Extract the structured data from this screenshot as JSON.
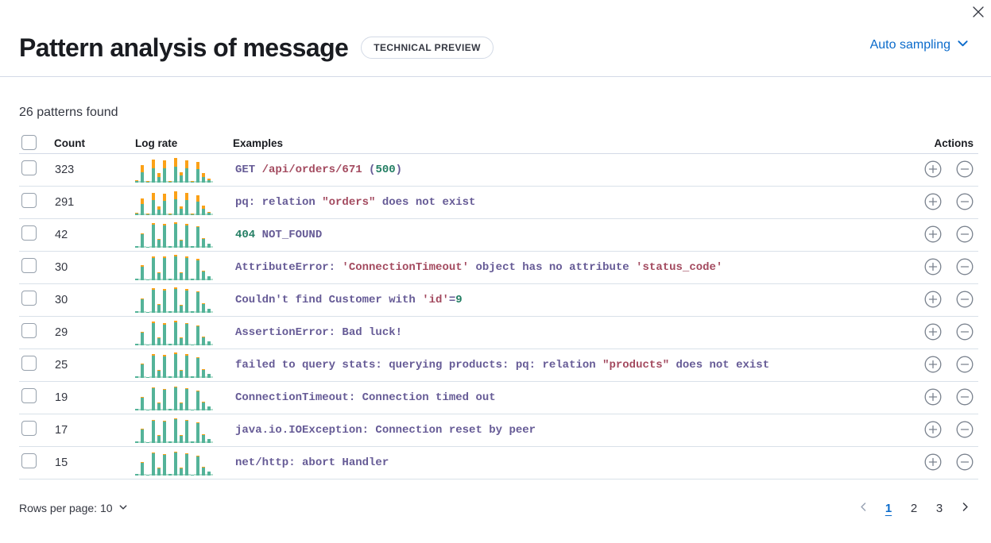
{
  "header": {
    "title": "Pattern analysis of message",
    "badge": "TECHNICAL PREVIEW",
    "sampling_label": "Auto sampling"
  },
  "summary": "26 patterns found",
  "table": {
    "headers": {
      "count": "Count",
      "log_rate": "Log rate",
      "examples": "Examples",
      "actions": "Actions"
    },
    "rows": [
      {
        "count": "323",
        "example_segments": [
          {
            "t": "GET ",
            "c": "p"
          },
          {
            "t": "/api/orders/671",
            "c": "r"
          },
          {
            "t": " (",
            "c": "p"
          },
          {
            "t": "500",
            "c": "g"
          },
          {
            "t": ")",
            "c": "p"
          }
        ],
        "spark": {
          "green": [
            5,
            40,
            3,
            56,
            20,
            54,
            4,
            60,
            26,
            56,
            3,
            50,
            22,
            10
          ],
          "orange": [
            4,
            26,
            2,
            34,
            16,
            30,
            3,
            34,
            12,
            30,
            2,
            28,
            14,
            5
          ]
        }
      },
      {
        "count": "291",
        "example_segments": [
          {
            "t": "pq: relation ",
            "c": "p"
          },
          {
            "t": "\"orders\"",
            "c": "r"
          },
          {
            "t": " does not exist",
            "c": "p"
          }
        ],
        "spark": {
          "green": [
            5,
            42,
            3,
            58,
            22,
            56,
            4,
            62,
            24,
            58,
            3,
            52,
            23,
            10
          ],
          "orange": [
            3,
            22,
            2,
            28,
            12,
            26,
            2,
            30,
            10,
            26,
            2,
            24,
            12,
            4
          ]
        }
      },
      {
        "count": "42",
        "example_segments": [
          {
            "t": "404",
            "c": "g"
          },
          {
            "t": " NOT_FOUND",
            "c": "p"
          }
        ],
        "spark": {
          "green": [
            6,
            52,
            4,
            88,
            30,
            84,
            6,
            92,
            28,
            86,
            5,
            78,
            33,
            16
          ],
          "orange": [
            1,
            4,
            1,
            5,
            2,
            5,
            1,
            5,
            2,
            5,
            1,
            4,
            2,
            1
          ]
        }
      },
      {
        "count": "30",
        "example_segments": [
          {
            "t": "AttributeError: ",
            "c": "p"
          },
          {
            "t": "'ConnectionTimeout'",
            "c": "r"
          },
          {
            "t": " object has no attribute ",
            "c": "p"
          },
          {
            "t": "'status_code'",
            "c": "r"
          }
        ],
        "spark": {
          "green": [
            6,
            50,
            4,
            86,
            28,
            84,
            6,
            90,
            28,
            84,
            5,
            76,
            32,
            15
          ],
          "orange": [
            1,
            5,
            1,
            6,
            3,
            5,
            1,
            6,
            2,
            5,
            1,
            5,
            2,
            1
          ]
        }
      },
      {
        "count": "30",
        "example_segments": [
          {
            "t": "Couldn't find Customer with ",
            "c": "p"
          },
          {
            "t": "'id'",
            "c": "r"
          },
          {
            "t": "=",
            "c": "p"
          },
          {
            "t": "9",
            "c": "g"
          }
        ],
        "spark": {
          "green": [
            6,
            52,
            4,
            88,
            30,
            84,
            6,
            92,
            28,
            86,
            5,
            78,
            33,
            16
          ],
          "orange": [
            1,
            4,
            1,
            5,
            2,
            5,
            1,
            5,
            2,
            5,
            1,
            4,
            2,
            1
          ]
        }
      },
      {
        "count": "29",
        "example_segments": [
          {
            "t": "AssertionError: Bad luck!",
            "c": "p"
          }
        ],
        "spark": {
          "green": [
            5,
            48,
            4,
            84,
            26,
            80,
            5,
            88,
            26,
            82,
            4,
            74,
            30,
            14
          ],
          "orange": [
            1,
            4,
            1,
            5,
            2,
            5,
            1,
            5,
            2,
            4,
            1,
            4,
            2,
            1
          ]
        }
      },
      {
        "count": "25",
        "example_segments": [
          {
            "t": "failed to query stats: querying products: pq: relation ",
            "c": "p"
          },
          {
            "t": "\"products\"",
            "c": "r"
          },
          {
            "t": " does not exist",
            "c": "p"
          }
        ],
        "spark": {
          "green": [
            6,
            50,
            4,
            86,
            28,
            82,
            5,
            90,
            27,
            84,
            5,
            76,
            31,
            15
          ],
          "orange": [
            1,
            4,
            1,
            5,
            2,
            5,
            1,
            5,
            2,
            5,
            1,
            4,
            2,
            1
          ]
        }
      },
      {
        "count": "19",
        "example_segments": [
          {
            "t": "ConnectionTimeout: Connection timed out",
            "c": "p"
          }
        ],
        "spark": {
          "green": [
            5,
            48,
            4,
            84,
            26,
            80,
            5,
            88,
            26,
            82,
            4,
            74,
            30,
            14
          ],
          "orange": [
            1,
            3,
            1,
            4,
            2,
            4,
            1,
            4,
            2,
            4,
            1,
            3,
            2,
            1
          ]
        }
      },
      {
        "count": "17",
        "example_segments": [
          {
            "t": "java.io.IOException: Connection reset by peer",
            "c": "p"
          }
        ],
        "spark": {
          "green": [
            6,
            50,
            4,
            86,
            28,
            82,
            5,
            90,
            27,
            84,
            5,
            76,
            31,
            15
          ],
          "orange": [
            1,
            3,
            1,
            4,
            2,
            4,
            1,
            4,
            2,
            4,
            1,
            3,
            2,
            1
          ]
        }
      },
      {
        "count": "15",
        "example_segments": [
          {
            "t": "net/http: abort Handler",
            "c": "p"
          }
        ],
        "spark": {
          "green": [
            5,
            48,
            4,
            84,
            26,
            80,
            5,
            88,
            26,
            82,
            4,
            74,
            30,
            14
          ],
          "orange": [
            1,
            3,
            1,
            4,
            2,
            4,
            1,
            4,
            2,
            4,
            1,
            3,
            2,
            1
          ]
        }
      }
    ]
  },
  "footer": {
    "rows_per_page_label": "Rows per page: 10",
    "pagination": {
      "pages": [
        "1",
        "2",
        "3"
      ],
      "active": "1"
    }
  },
  "colors": {
    "blue": "#0b6bcb",
    "spark_green": "#54b399",
    "spark_orange": "#fba117",
    "code_purple": "#665b96",
    "code_red": "#a34a5f",
    "code_green": "#237e63"
  }
}
